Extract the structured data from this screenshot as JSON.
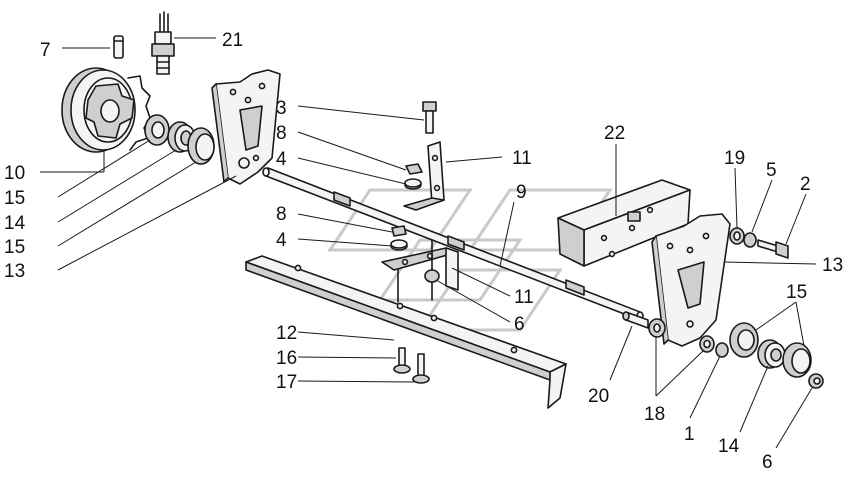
{
  "colors": {
    "line": "#1a1a1a",
    "part_fill": "#f4f4f4",
    "part_shade": "#cfcfcf",
    "watermark": "#c9c9c9",
    "background": "#ffffff"
  },
  "callouts": [
    {
      "id": "c7",
      "label": "7"
    },
    {
      "id": "c21",
      "label": "21"
    },
    {
      "id": "c3",
      "label": "3"
    },
    {
      "id": "c8a",
      "label": "8"
    },
    {
      "id": "c4a",
      "label": "4"
    },
    {
      "id": "c11a",
      "label": "11"
    },
    {
      "id": "c22",
      "label": "22"
    },
    {
      "id": "c19",
      "label": "19"
    },
    {
      "id": "c5",
      "label": "5"
    },
    {
      "id": "c2",
      "label": "2"
    },
    {
      "id": "c9",
      "label": "9"
    },
    {
      "id": "c8b",
      "label": "8"
    },
    {
      "id": "c4b",
      "label": "4"
    },
    {
      "id": "c13r",
      "label": "13"
    },
    {
      "id": "c10",
      "label": "10"
    },
    {
      "id": "c15a",
      "label": "15"
    },
    {
      "id": "c14a",
      "label": "14"
    },
    {
      "id": "c15b",
      "label": "15"
    },
    {
      "id": "c13l",
      "label": "13"
    },
    {
      "id": "c11b",
      "label": "11"
    },
    {
      "id": "c6a",
      "label": "6"
    },
    {
      "id": "c12",
      "label": "12"
    },
    {
      "id": "c16",
      "label": "16"
    },
    {
      "id": "c17",
      "label": "17"
    },
    {
      "id": "c15r",
      "label": "15"
    },
    {
      "id": "c20",
      "label": "20"
    },
    {
      "id": "c18",
      "label": "18"
    },
    {
      "id": "c1",
      "label": "1"
    },
    {
      "id": "c14b",
      "label": "14"
    },
    {
      "id": "c6b",
      "label": "6"
    }
  ]
}
